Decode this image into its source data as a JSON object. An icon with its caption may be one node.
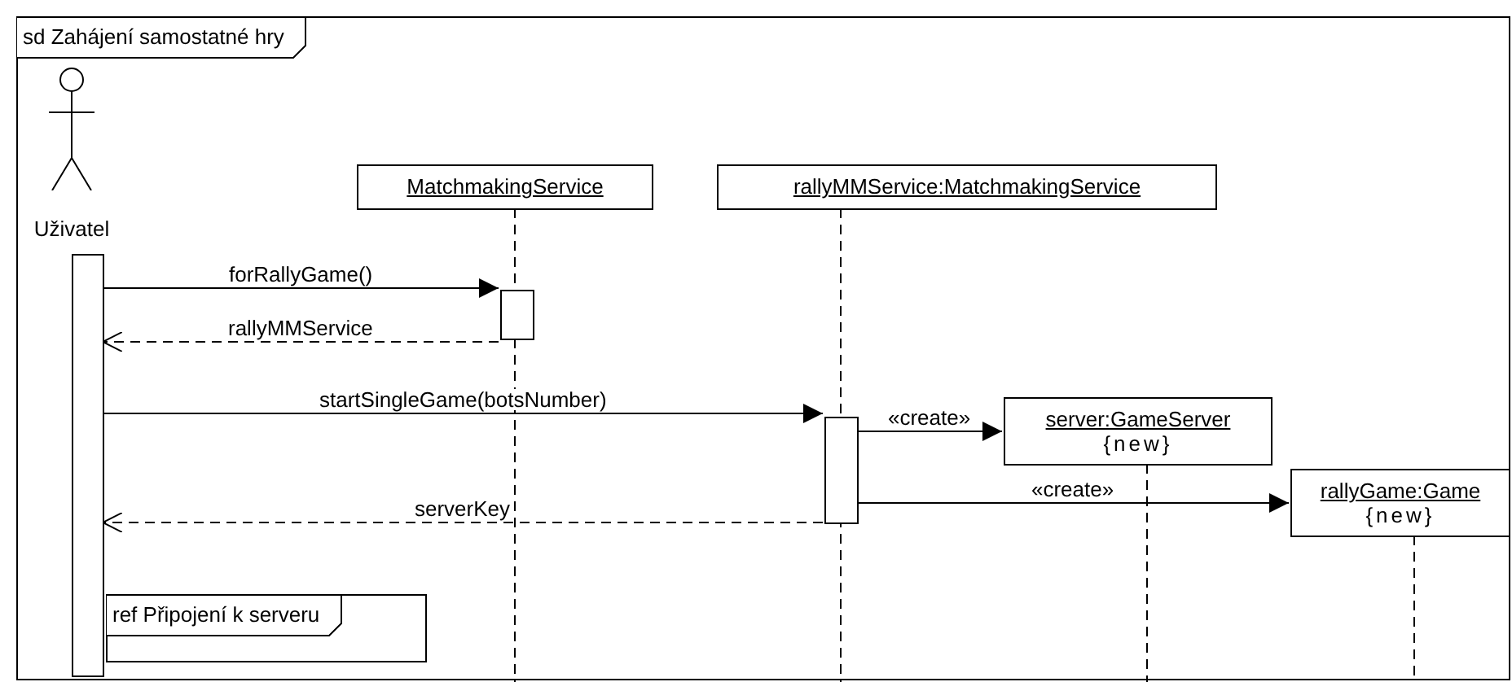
{
  "diagram": {
    "nodes": [
      {
        "text": [
          "sd Zahájení samostatné hry"
        ]
      },
      {
        "text": [
          "Uživatel"
        ],
        "in": 0
      },
      {
        "text": [
          "MatchmakingService"
        ],
        "in": 0
      },
      {
        "text": [
          "rallyMMService:MatchmakingService"
        ],
        "in": 0
      },
      {
        "text": [
          "server:GameServer",
          "{new}"
        ],
        "in": 0
      },
      {
        "text": [
          "rallyGame:Game",
          "{new}"
        ],
        "in": 0
      },
      {
        "text": [],
        "shape": "bar",
        "in": 0
      },
      {
        "text": [],
        "shape": "bar",
        "in": 0
      },
      {
        "text": [],
        "shape": "bar",
        "in": 0
      },
      {
        "text": [
          "ref Připojení k serveru"
        ],
        "in": 0
      }
    ],
    "edges": [
      {
        "from": 6,
        "to": 7,
        "arrow": "to",
        "label": "forRallyGame()"
      },
      {
        "from": 7,
        "to": 6,
        "arrow": "to",
        "label": "rallyMMService",
        "style": "dashed"
      },
      {
        "from": 6,
        "to": 8,
        "arrow": "to",
        "label": "startSingleGame(botsNumber)"
      },
      {
        "from": 8,
        "to": 4,
        "arrow": "to",
        "label": "«create»"
      },
      {
        "from": 8,
        "to": 5,
        "arrow": "to",
        "label": "«create»"
      },
      {
        "from": 8,
        "to": 6,
        "arrow": "to",
        "label": "serverKey",
        "style": "dashed"
      }
    ]
  }
}
